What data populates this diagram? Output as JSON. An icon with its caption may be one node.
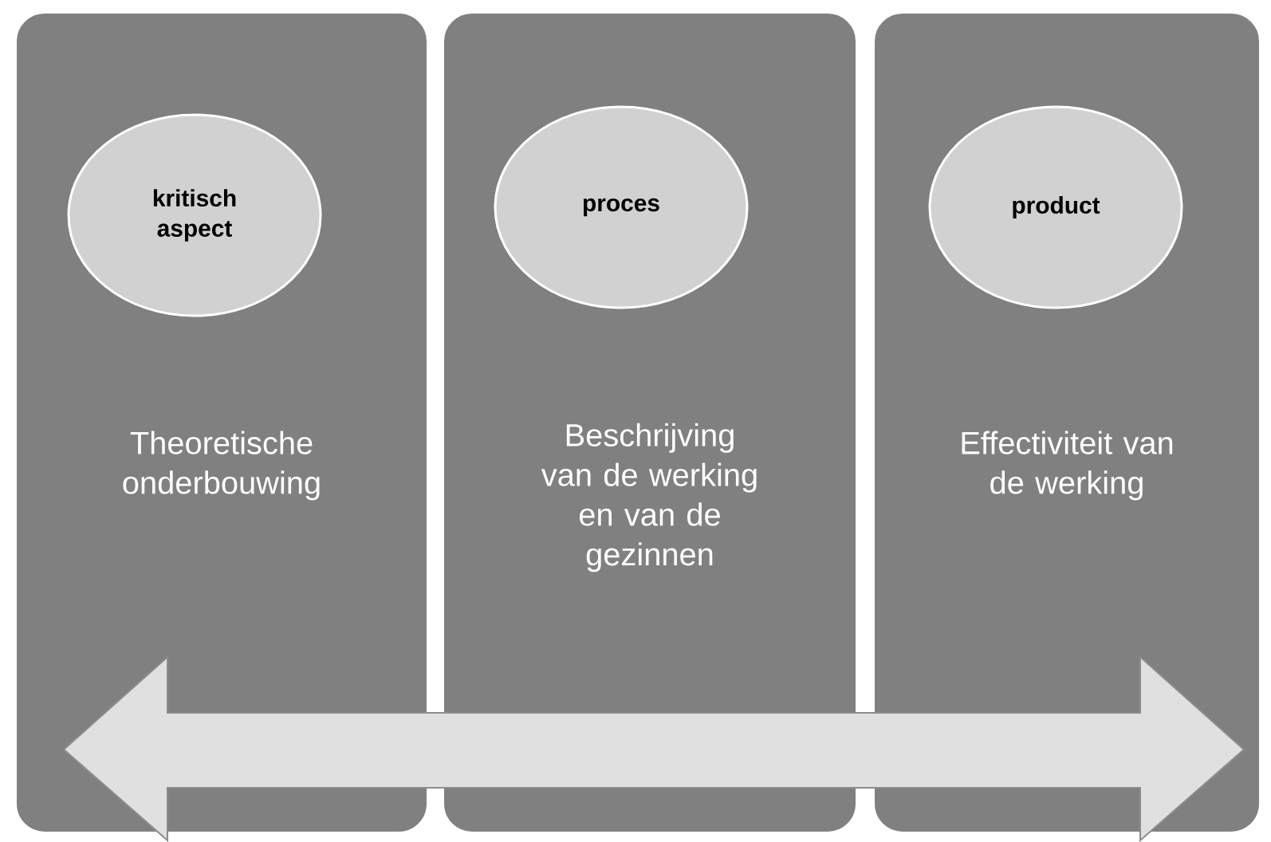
{
  "diagram": {
    "nodes": [
      {
        "text": [
          "Theoretische onderbouwing"
        ]
      },
      {
        "text": [
          "kritisch aspect"
        ],
        "in": 0
      },
      {
        "text": [
          "Beschrijving van de werking en van de gezinnen"
        ]
      },
      {
        "text": [
          "proces"
        ],
        "in": 2
      },
      {
        "text": [
          "Effectiviteit van de werking"
        ]
      },
      {
        "text": [
          "product"
        ],
        "in": 4
      }
    ]
  }
}
